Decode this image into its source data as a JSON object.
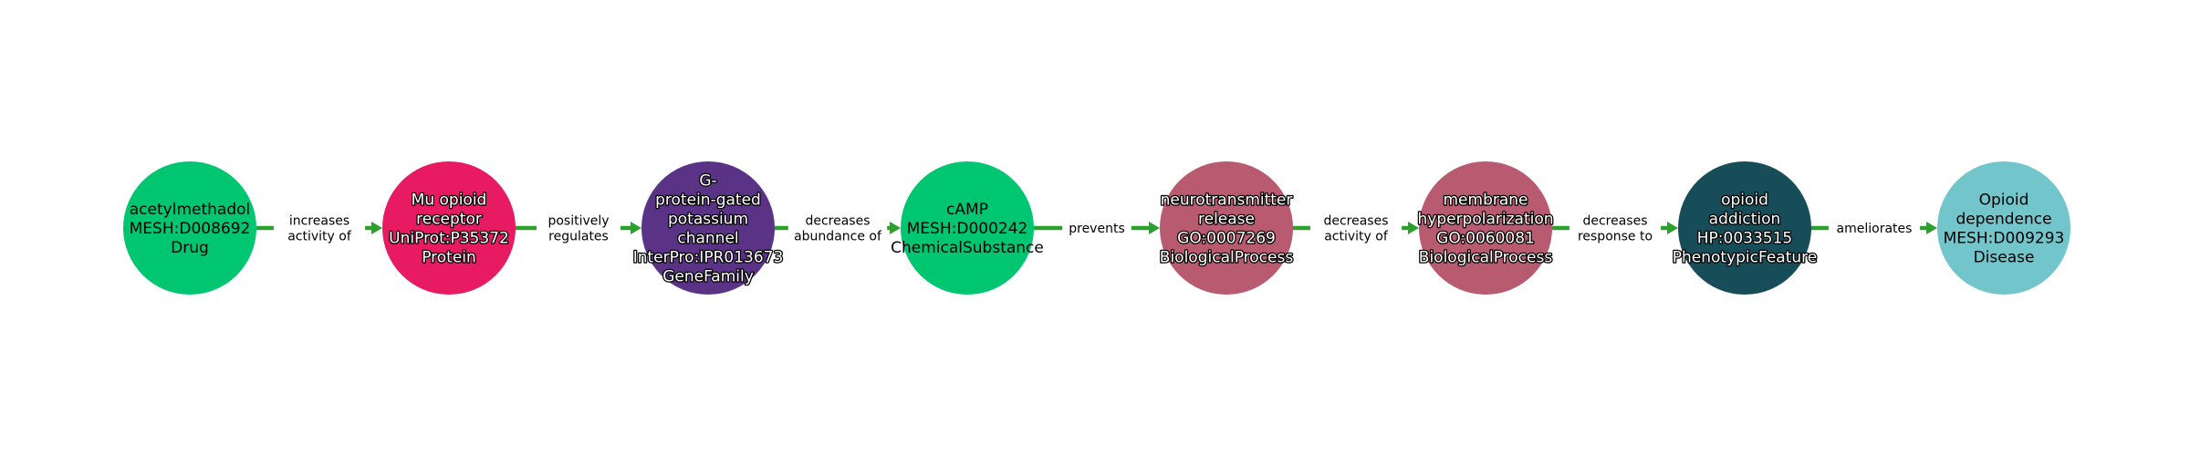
{
  "edge_color": "#2ca02c",
  "nodes": [
    {
      "lines": [
        "acetylmethadol",
        "MESH:D008692",
        "Drug"
      ],
      "color": "#00c571",
      "text_style": "dark"
    },
    {
      "lines": [
        "Mu opioid",
        "receptor",
        "UniProt:P35372",
        "Protein"
      ],
      "color": "#e81a62",
      "text_style": "light"
    },
    {
      "lines": [
        "G-",
        "protein-gated",
        "potassium",
        "channel",
        "InterPro:IPR013673",
        "GeneFamily"
      ],
      "color": "#5a3387",
      "text_style": "light"
    },
    {
      "lines": [
        "cAMP",
        "MESH:D000242",
        "ChemicalSubstance"
      ],
      "color": "#00c571",
      "text_style": "dark"
    },
    {
      "lines": [
        "neurotransmitter",
        "release",
        "GO:0007269",
        "BiologicalProcess"
      ],
      "color": "#b85a70",
      "text_style": "light"
    },
    {
      "lines": [
        "membrane",
        "hyperpolarization",
        "GO:0060081",
        "BiologicalProcess"
      ],
      "color": "#b85a70",
      "text_style": "light"
    },
    {
      "lines": [
        "opioid",
        "addiction",
        "HP:0033515",
        "PhenotypicFeature"
      ],
      "color": "#164d58",
      "text_style": "light"
    },
    {
      "lines": [
        "Opioid",
        "dependence",
        "MESH:D009293",
        "Disease"
      ],
      "color": "#72c5cb",
      "text_style": "dark"
    }
  ],
  "edges": [
    {
      "lines": [
        "increases",
        "activity of"
      ]
    },
    {
      "lines": [
        "positively",
        "regulates"
      ]
    },
    {
      "lines": [
        "decreases",
        "abundance of"
      ]
    },
    {
      "lines": [
        "prevents"
      ]
    },
    {
      "lines": [
        "decreases",
        "activity of"
      ]
    },
    {
      "lines": [
        "decreases",
        "response to"
      ]
    },
    {
      "lines": [
        "ameliorates"
      ]
    }
  ]
}
